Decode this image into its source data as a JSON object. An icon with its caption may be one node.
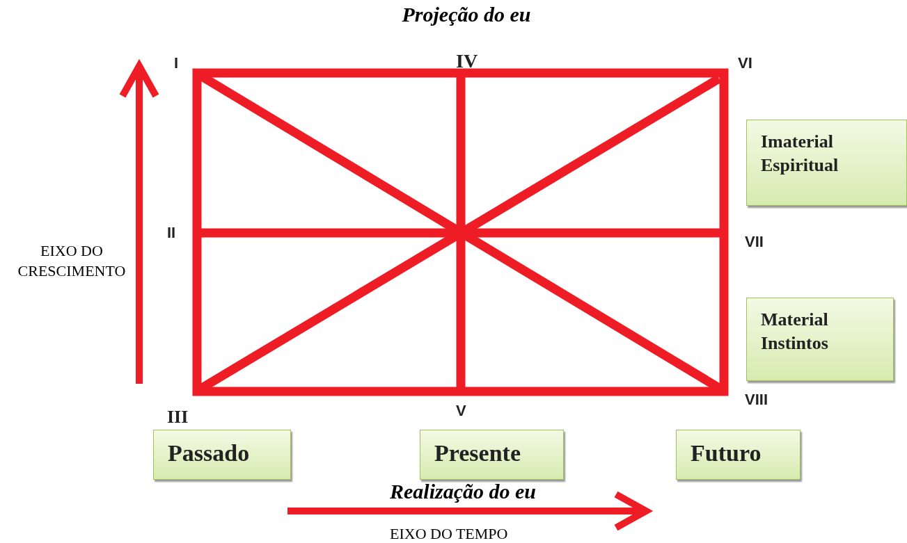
{
  "diagram": {
    "title": "Projeção do eu",
    "nodes": [
      {
        "text": [
          "Imaterial Espiritual"
        ]
      },
      {
        "text": [
          "Material Instintos"
        ]
      },
      {
        "text": [
          "Passado"
        ]
      },
      {
        "text": [
          "Presente"
        ]
      },
      {
        "text": [
          "Futuro"
        ]
      }
    ],
    "labels": [
      "I",
      "IV",
      "VI",
      "II",
      "VII",
      "EIXO DO CRESCIMENTO",
      "III",
      "V",
      "VIII",
      "Realização do eu",
      "EIXO DO TEMPO"
    ]
  }
}
